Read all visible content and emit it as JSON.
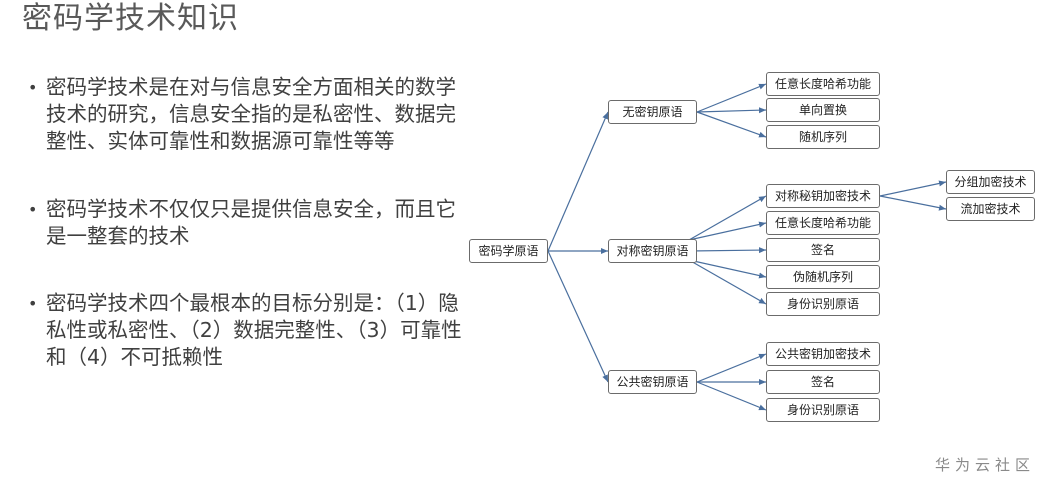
{
  "title": "密码学技术知识",
  "bullets": [
    "密码学技术是在对与信息安全方面相关的数学技术的研究，信息安全指的是私密性、数据完整性、实体可靠性和数据源可靠性等等",
    "密码学技术不仅仅只是提供信息安全，而且它是一整套的技术",
    "密码学技术四个最根本的目标分别是：（1）隐私性或私密性、（2）数据完整性、（3）可靠性和（4）不可抵赖性"
  ],
  "diagram": {
    "root": "密码学原语",
    "nokey": {
      "label": "无密钥原语",
      "children": [
        "任意长度哈希功能",
        "单向置换",
        "随机序列"
      ]
    },
    "symmetric": {
      "label": "对称密钥原语",
      "children": [
        "对称秘钥加密技术",
        "任意长度哈希功能",
        "签名",
        "伪随机序列",
        "身份识别原语"
      ],
      "sub": [
        "分组加密技术",
        "流加密技术"
      ]
    },
    "public": {
      "label": "公共密钥原语",
      "children": [
        "公共密钥加密技术",
        "签名",
        "身份识别原语"
      ]
    }
  },
  "watermark": "华为云社区",
  "colors": {
    "arrow": "#4a6f9e",
    "border": "#6b6b6b"
  }
}
